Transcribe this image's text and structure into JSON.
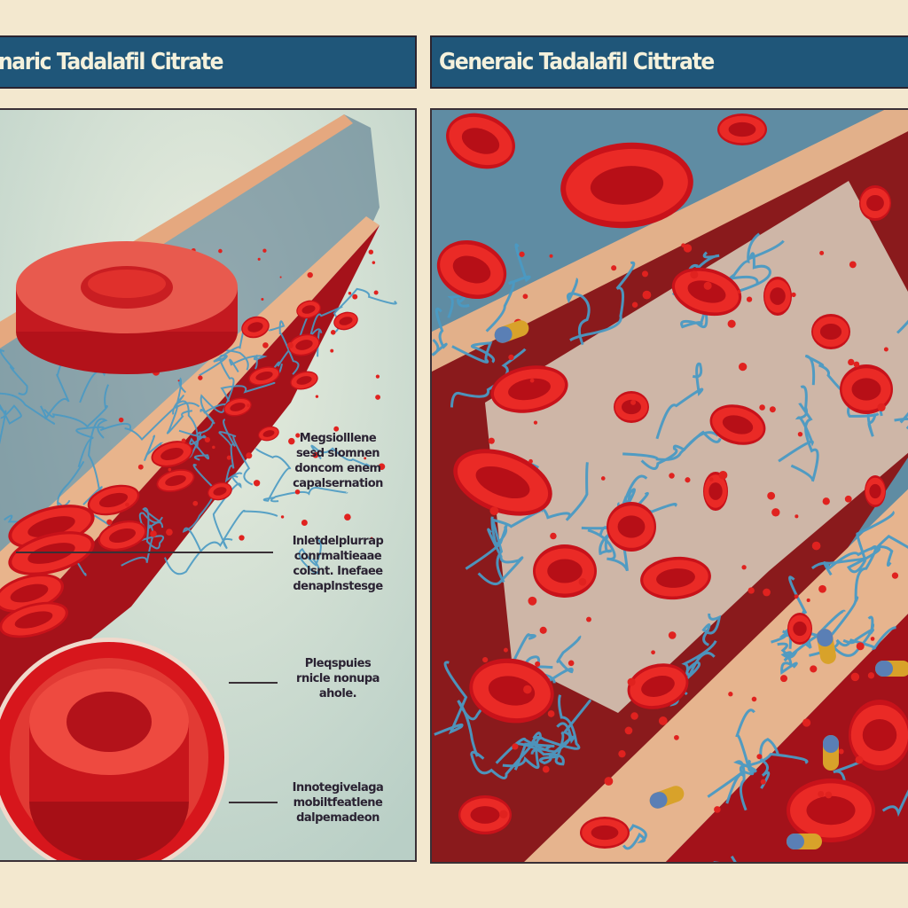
{
  "left_panel": {
    "title": "naric Tadalafil Citrate",
    "labels": [
      [
        "Megsiolllene",
        "sesd slomnen",
        "doncom enem",
        "capalsernation"
      ],
      [
        "Inletdelplurrap",
        "conrmaltieaae",
        "colsnt. Inefaee",
        "denaplnstesge"
      ],
      [
        "Pleqspuies",
        "rnicle nonupa",
        "ahole."
      ],
      [
        "Innotegivelaga",
        "mobiltfeatlene",
        "dalpemadeon"
      ]
    ]
  },
  "right_panel": {
    "title": "Generaic Tadalafil Cittrate"
  },
  "colors": {
    "header_bg": "#1f5679",
    "header_text": "#f4f1dc",
    "page_bg": "#f3e8cf",
    "blood_red": "#d8161c",
    "vessel_blue": "#4a9ac4",
    "tissue_tan": "#e6b48e"
  }
}
